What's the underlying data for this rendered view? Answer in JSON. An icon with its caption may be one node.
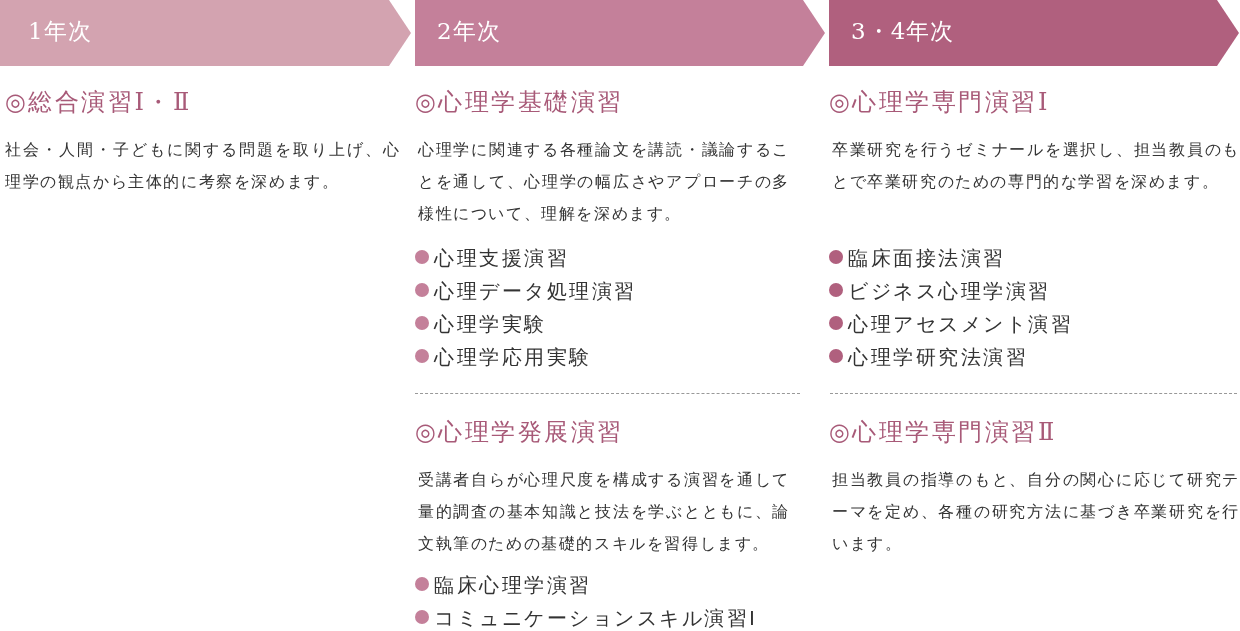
{
  "diagram": {
    "nodes": [
      {
        "text": [
          "1年次"
        ]
      },
      {
        "text": [
          "2年次"
        ]
      },
      {
        "text": [
          "3・4年次"
        ]
      }
    ],
    "labels": [
      "◎総合演習Ⅰ・Ⅱ",
      "社会・人間・子どもに関する問題を取り上げ、心理学の観点から主体的に考察を深めます。",
      "◎心理学基礎演習",
      "心理学に関連する各種論文を講読・議論することを通して、心理学の幅広さやアプローチの多様性について、理解を深めます。",
      "心理支援演習",
      "心理データ処理演習",
      "心理学実験",
      "心理学応用実験",
      "◎心理学発展演習",
      "受講者自らが心理尺度を構成する演習を通して量的調査の基本知識と技法を学ぶとともに、論文執筆のための基礎的スキルを習得します。",
      "臨床心理学演習",
      "コミュニケーションスキル演習Ⅰ",
      "◎心理学専門演習Ⅰ",
      "卒業研究を行うゼミナールを選択し、担当教員のもとで卒業研究のための専門的な学習を深めます。",
      "臨床面接法演習",
      "ビジネス心理学演習",
      "心理アセスメント演習",
      "心理学研究法演習",
      "◎心理学専門演習Ⅱ",
      "担当教員の指導のもと、自分の関心に応じて研究テーマを定め、各種の研究方法に基づき卒業研究を行います。"
    ]
  }
}
